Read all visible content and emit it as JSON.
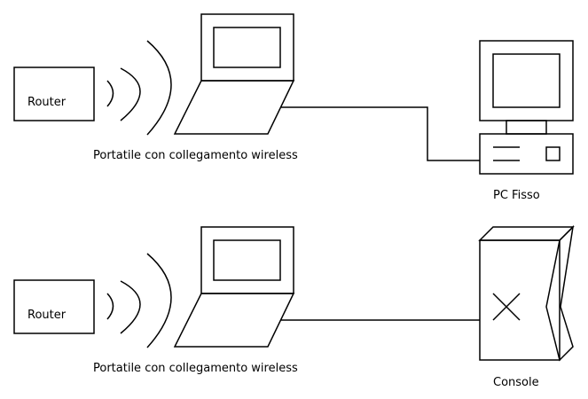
{
  "diagram": {
    "title": "",
    "scenarios": [
      {
        "router": {
          "label": "Router"
        },
        "laptop": {
          "label": "Portatile con collegamento wireless",
          "icon": "laptop-icon"
        },
        "signal": {
          "icon": "wireless-signal-icon",
          "waves": 3
        },
        "device": {
          "label": "PC Fisso",
          "icon": "desktop-pc-icon"
        },
        "connection": "wired"
      },
      {
        "router": {
          "label": "Router"
        },
        "laptop": {
          "label": "Portatile con collegamento wireless",
          "icon": "laptop-icon"
        },
        "signal": {
          "icon": "wireless-signal-icon",
          "waves": 3
        },
        "device": {
          "label": "Console",
          "icon": "game-console-icon"
        },
        "connection": "wired"
      }
    ],
    "colors": {
      "stroke": "#000000",
      "background": "#ffffff"
    }
  }
}
